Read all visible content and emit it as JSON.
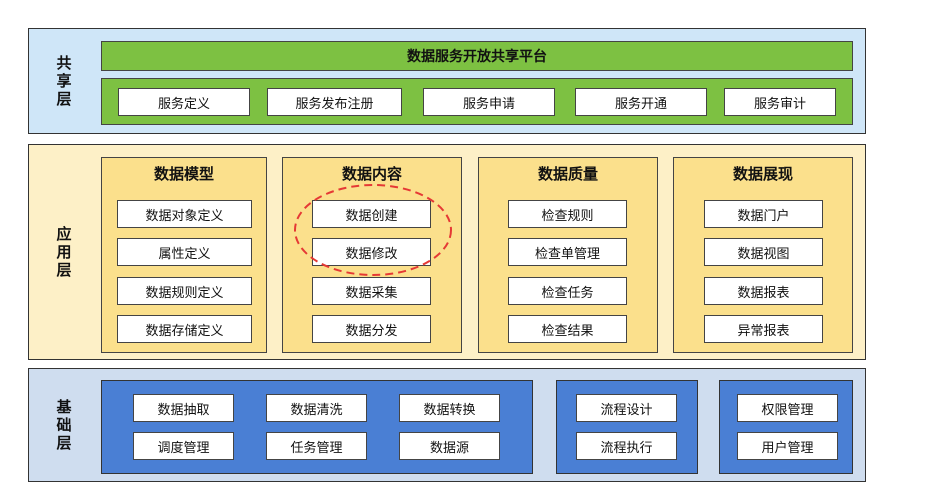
{
  "layers": {
    "share": {
      "label": "共享层",
      "bg": "#cfe6f8",
      "banner": "数据服务开放共享平台",
      "items": [
        "服务定义",
        "服务发布注册",
        "服务申请",
        "服务开通",
        "服务审计"
      ]
    },
    "app": {
      "label": "应用层",
      "bg": "#fdf0c7",
      "groups": [
        {
          "title": "数据模型",
          "items": [
            "数据对象定义",
            "属性定义",
            "数据规则定义",
            "数据存储定义"
          ]
        },
        {
          "title": "数据内容",
          "items": [
            "数据创建",
            "数据修改",
            "数据采集",
            "数据分发"
          ]
        },
        {
          "title": "数据质量",
          "items": [
            "检查规则",
            "检查单管理",
            "检查任务",
            "检查结果"
          ]
        },
        {
          "title": "数据展现",
          "items": [
            "数据门户",
            "数据视图",
            "数据报表",
            "异常报表"
          ]
        }
      ],
      "highlight_color": "#e53935"
    },
    "base": {
      "label": "基础层",
      "bg": "#cfddef",
      "panel_color": "#4a7fd4",
      "group1": [
        "数据抽取",
        "数据清洗",
        "数据转换",
        "调度管理",
        "任务管理",
        "数据源"
      ],
      "group2": [
        "流程设计",
        "流程执行"
      ],
      "group3": [
        "权限管理",
        "用户管理"
      ]
    }
  },
  "colors": {
    "green": "#7dc142",
    "yellow_group": "#fbe08c"
  }
}
